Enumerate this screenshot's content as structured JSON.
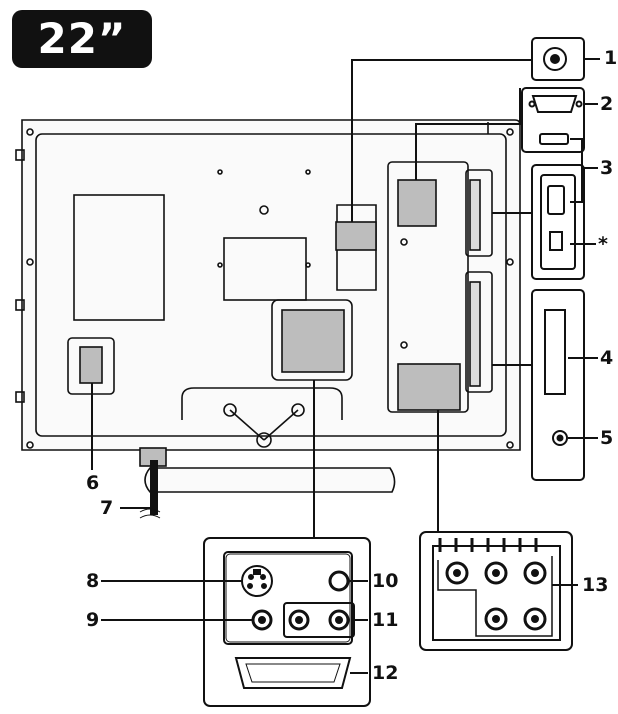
{
  "screen_size": "22”",
  "callouts": {
    "c1": "1",
    "c2": "2",
    "c3": "3",
    "star": "*",
    "c4": "4",
    "c5": "5",
    "c6": "6",
    "c7": "7",
    "c8": "8",
    "c9": "9",
    "c10": "10",
    "c11": "11",
    "c12": "12",
    "c13": "13"
  },
  "colors": {
    "line": "#111111",
    "panel": "#f2f2f2",
    "highlight": "#bdbdbd",
    "badge": "#111111"
  }
}
